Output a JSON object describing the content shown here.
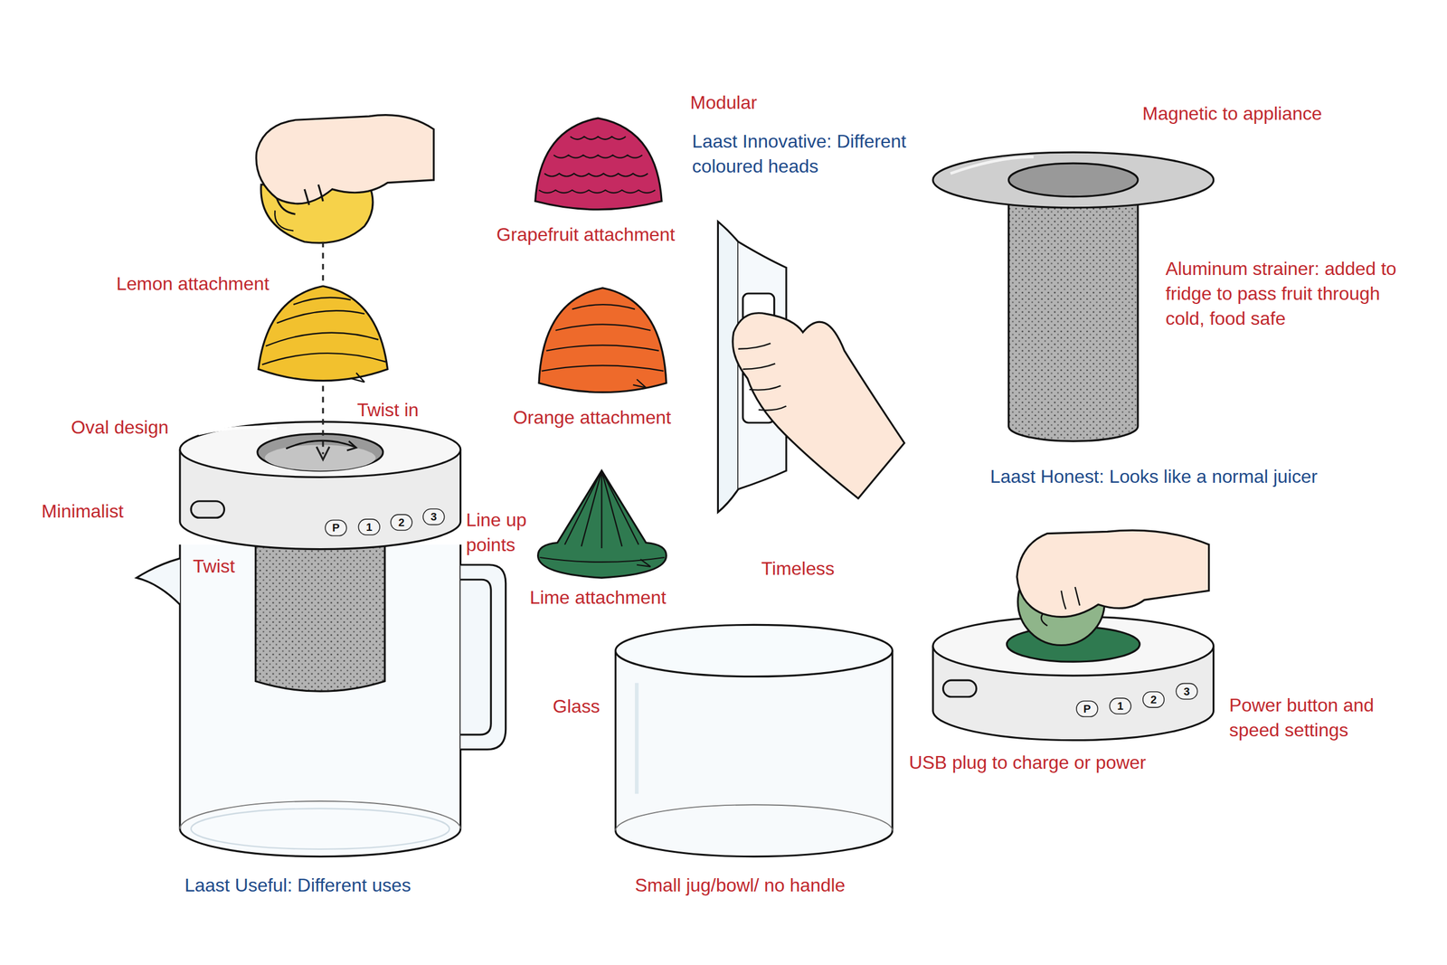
{
  "diagram": {
    "nodes": [
      {
        "text": [
          "P"
        ]
      },
      {
        "text": [
          "1"
        ]
      },
      {
        "text": [
          "2"
        ]
      },
      {
        "text": [
          "3"
        ]
      },
      {
        "text": [
          "P"
        ]
      },
      {
        "text": [
          "1"
        ]
      },
      {
        "text": [
          "2"
        ]
      },
      {
        "text": [
          "3"
        ]
      }
    ],
    "labels": [
      "Modular",
      "Laast Innovative: Different coloured heads",
      "Magnetic to appliance",
      "Grapefruit attachment",
      "Lemon attachment",
      "Aluminum strainer: added to fridge to pass fruit through cold, food safe",
      "Twist in",
      "Orange attachment",
      "Oval design",
      "Minimalist",
      "Line up points",
      "Twist",
      "Laast Honest: Looks like a normal juicer",
      "Lime attachment",
      "Timeless",
      "Glass",
      "Power button and speed settings",
      "USB plug to charge or power",
      "Laast Useful: Different uses",
      "Small jug/bowl/ no handle"
    ]
  }
}
